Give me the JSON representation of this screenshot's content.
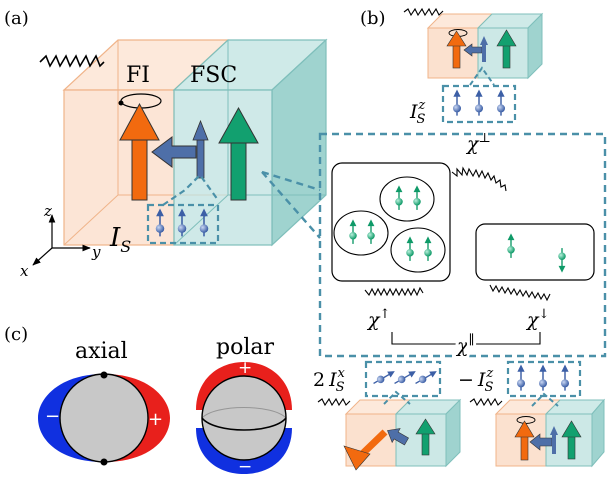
{
  "panel_a": {
    "label": "(a)",
    "left_box": "FI",
    "right_box": "FSC",
    "current_main": "I",
    "current_sub": "S",
    "axes": {
      "z": "z",
      "y": "y",
      "x": "x"
    }
  },
  "panel_b": {
    "label": "(b)",
    "top_current_main": "I",
    "top_current_sub": "S",
    "top_current_sup": "z",
    "chi_perp": "χ",
    "chi_perp_sup": "⊥",
    "chi_up": "χ",
    "chi_up_sup": "↑",
    "chi_down": "χ",
    "chi_down_sup": "↓",
    "chi_par": "χ",
    "chi_par_sup": "∥",
    "bottom_left_prefix": "2",
    "bottom_left_main": "I",
    "bottom_left_sub": "S",
    "bottom_left_sup": "x",
    "bottom_right_prefix": "−",
    "bottom_right_main": "I",
    "bottom_right_sub": "S",
    "bottom_right_sup": "z"
  },
  "panel_c": {
    "label": "(c)",
    "axial_title": "axial",
    "polar_title": "polar",
    "minus": "−",
    "plus": "+"
  },
  "colors": {
    "fi_face": "#fbe1cf",
    "fsc_face": "#bfe2e0",
    "orange": "#f26a0f",
    "green": "#12a06f",
    "blue_arrow": "#4e6fa8",
    "dash": "#4a90a8",
    "sphere": "#c8c8c8",
    "red": "#e8201c",
    "blue": "#1030e0"
  }
}
